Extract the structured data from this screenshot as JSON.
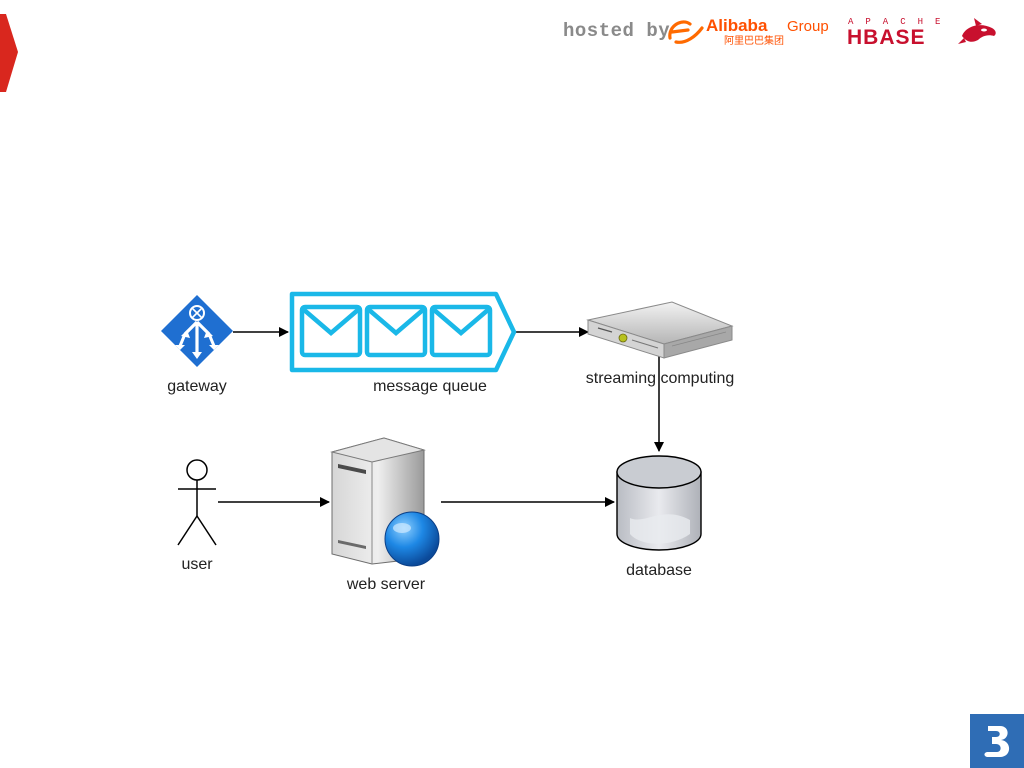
{
  "header": {
    "hosted_by": "hosted by",
    "alibaba_brand": "Alibaba",
    "alibaba_group": "Group",
    "alibaba_chinese": "阿里巴巴集团",
    "apache_label": "APACHE",
    "hbase_label": "HBASE"
  },
  "diagram": {
    "nodes": {
      "gateway": "gateway",
      "message_queue": "message queue",
      "streaming_computing": "streaming computing",
      "user": "user",
      "web_server": "web server",
      "database": "database"
    },
    "edges": [
      [
        "gateway",
        "message_queue"
      ],
      [
        "message_queue",
        "streaming_computing"
      ],
      [
        "streaming_computing",
        "database"
      ],
      [
        "user",
        "web_server"
      ],
      [
        "web_server",
        "database"
      ]
    ]
  },
  "colors": {
    "accent_red": "#d9271e",
    "queue_cyan": "#1ab8e8",
    "gateway_blue": "#1f6fd1",
    "corner_blue": "#2f6db5"
  },
  "icons": {
    "gateway": "gateway-icon",
    "message_queue": "envelope-icon",
    "streaming_computing": "rack-server-icon",
    "user": "stick-figure-icon",
    "web_server": "web-server-globe-icon",
    "database": "database-cylinder-icon"
  }
}
